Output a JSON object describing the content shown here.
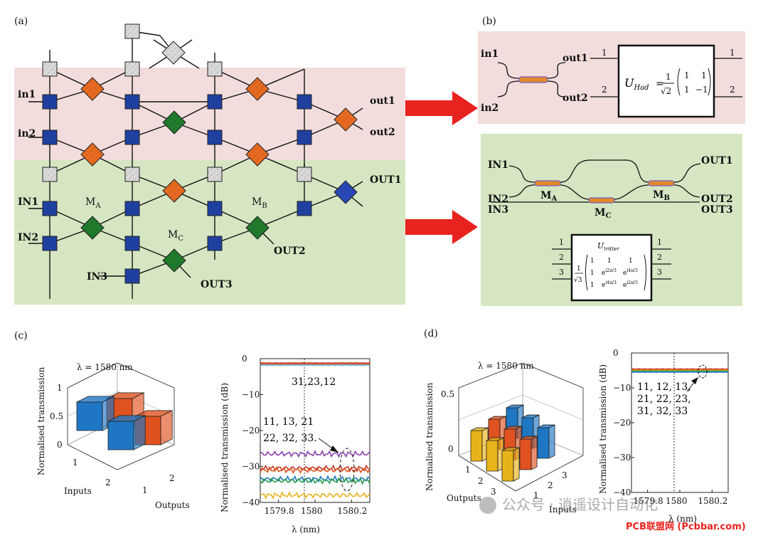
{
  "panels": {
    "a": "(a)",
    "b": "(b)",
    "c": "(c)",
    "d": "(d)"
  },
  "panel_a": {
    "inputs": [
      "in1",
      "in2",
      "IN1",
      "IN2",
      "IN3"
    ],
    "outputs": [
      "out1",
      "out2",
      "OUT1",
      "OUT2",
      "OUT3"
    ],
    "mzi_labels": {
      "MA": "M",
      "MA_sub": "A",
      "MB": "M",
      "MB_sub": "B",
      "MC": "M",
      "MC_sub": "C"
    }
  },
  "panel_b": {
    "top": {
      "in1": "in1",
      "in2": "in2",
      "out1": "out1",
      "out2": "out2",
      "port_in_1": "1",
      "port_in_2": "2",
      "port_out_1": "1",
      "port_out_2": "2",
      "u_label": "U",
      "u_sub": "Had",
      "frac_num": "1",
      "frac_den": "√2",
      "matrix": [
        [
          "1",
          "1"
        ],
        [
          "1",
          "−1"
        ]
      ]
    },
    "bottom": {
      "IN1": "IN1",
      "IN2": "IN2",
      "IN3": "IN3",
      "OUT1": "OUT1",
      "OUT2": "OUT2",
      "OUT3": "OUT3",
      "MA": "M",
      "MA_sub": "A",
      "MB": "M",
      "MB_sub": "B",
      "MC": "M",
      "MC_sub": "C",
      "ports": [
        "1",
        "2",
        "3"
      ],
      "u_label": "U",
      "u_sub": "tritter",
      "frac_num": "1",
      "frac_den": "√3",
      "matrix": [
        [
          "1",
          "1",
          "1"
        ],
        [
          "1",
          "e^{i2π/3}",
          "e^{i4π/3}"
        ],
        [
          "1",
          "e^{i4π/3}",
          "e^{i2π/3}"
        ]
      ],
      "row1": [
        "1",
        "1",
        "1"
      ],
      "row2_c1": "1",
      "row2_c2": "e",
      "row2_c2_exp": "i2π/3",
      "row2_c3": "e",
      "row2_c3_exp": "i4π/3",
      "row3_c1": "1",
      "row3_c2": "e",
      "row3_c2_exp": "i4π/3",
      "row3_c3": "e",
      "row3_c3_exp": "i2π/3"
    }
  },
  "chart_data": [
    {
      "type": "bar3d",
      "panel": "c-left",
      "title": "λ = 1580 nm",
      "zlabel": "Normalised transmission",
      "xlabel": "Inputs",
      "ylabel": "Outputs",
      "z_ticks": [
        "0",
        "0.5",
        "1"
      ],
      "x_ticks": [
        "1",
        "2"
      ],
      "y_ticks": [
        "1",
        "2"
      ],
      "bars": [
        {
          "input": 1,
          "output": 1,
          "value": 0.5,
          "color": "#1f77c4"
        },
        {
          "input": 1,
          "output": 2,
          "value": 0.5,
          "color": "#e0521f"
        },
        {
          "input": 2,
          "output": 1,
          "value": 0.5,
          "color": "#1f77c4"
        },
        {
          "input": 2,
          "output": 2,
          "value": 0.5,
          "color": "#e0521f"
        }
      ]
    },
    {
      "type": "line",
      "panel": "c-right",
      "xlabel": "λ (nm)",
      "ylabel": "Normalised transmission (dB)",
      "xlim": [
        1579.7,
        1580.3
      ],
      "ylim": [
        -40,
        0
      ],
      "x_ticks": [
        "1579.8",
        "1580",
        "1580.2"
      ],
      "y_ticks": [
        "0",
        "−10",
        "−20",
        "−30",
        "−40"
      ],
      "annotation_high": "31,23,12",
      "annotation_low_1": "11, 13, 21",
      "annotation_low_2": "22, 32, 33.",
      "series": [
        {
          "color": "#c0392b",
          "level": -1.2
        },
        {
          "color": "#e0521f",
          "level": -1.5
        },
        {
          "color": "#5bb8e8",
          "level": -1.8
        },
        {
          "color": "#8a3fb0",
          "level": -26.5
        },
        {
          "color": "#c0392b",
          "level": -30.5
        },
        {
          "color": "#e0521f",
          "level": -31.0
        },
        {
          "color": "#1f77c4",
          "level": -33.5
        },
        {
          "color": "#2a9d4a",
          "level": -34.0
        },
        {
          "color": "#e8b21a",
          "level": -38.0
        }
      ]
    },
    {
      "type": "bar3d",
      "panel": "d-left",
      "title": "λ = 1580 nm",
      "zlabel": "Normalised transmission",
      "xlabel": "Inputs",
      "ylabel": "Outputs",
      "z_ticks": [
        "0",
        "0.5"
      ],
      "x_ticks": [
        "1",
        "2",
        "3"
      ],
      "y_ticks": [
        "1",
        "2",
        "3"
      ],
      "value": 0.33
    },
    {
      "type": "line",
      "panel": "d-right",
      "xlabel": "λ (nm)",
      "ylabel": "Normalised transmission (dB)",
      "xlim": [
        1579.7,
        1580.3
      ],
      "ylim": [
        -40,
        0
      ],
      "x_ticks": [
        "1579.8",
        "1580",
        "1580.2"
      ],
      "y_ticks": [
        "0",
        "−10",
        "−20",
        "−30",
        "−40"
      ],
      "annotation_1": "11, 12, 13,",
      "annotation_2": "21, 22, 23,",
      "annotation_3": "31, 32, 33",
      "series": [
        {
          "color": "#c0392b",
          "level": -4.6
        },
        {
          "color": "#e0521f",
          "level": -4.8
        },
        {
          "color": "#e8b21a",
          "level": -5.0
        },
        {
          "color": "#2a9d4a",
          "level": -5.2
        },
        {
          "color": "#1f77c4",
          "level": -5.5
        }
      ]
    }
  ],
  "watermark": {
    "text": "公众号 · 逍遥设计自动化",
    "footer": "PCB联盟网 (Pcbbar.com)"
  }
}
